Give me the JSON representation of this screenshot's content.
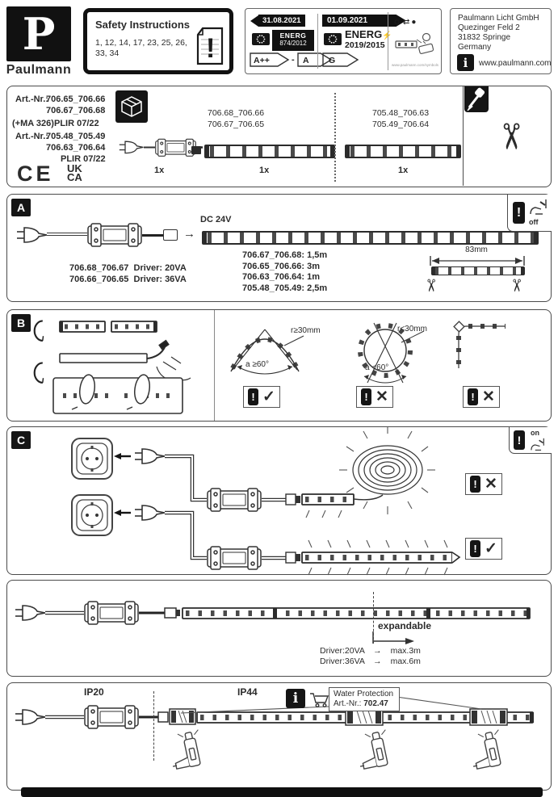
{
  "header": {
    "logo": {
      "letter": "P",
      "brand": "Paulmann"
    },
    "safety": {
      "title": "Safety Instructions",
      "numbers_line1": "1, 12, 14, 17, 23, 25, 26,",
      "numbers_line2": "33, 34"
    },
    "energy": {
      "old_date": "31.08.2021",
      "old_reg_name": "ENERG",
      "old_reg_num": "874/2012",
      "old_class_from": "A++",
      "range_dash": "-",
      "old_class_to": "A",
      "new_date": "01.09.2021",
      "new_reg_name": "ENERG",
      "new_reg_bolt": "⚡",
      "new_reg_num": "2019/2015",
      "new_class": "G",
      "symbols_url": "www.paulmann.com/symbols"
    },
    "address": {
      "line1": "Paulmann Licht GmbH",
      "line2": "Quezinger Feld 2",
      "line3": "31832 Springe",
      "line4": "Germany",
      "info": "i",
      "website": "www.paulmann.com"
    }
  },
  "parts": {
    "art_label": "Art.-Nr.:",
    "art1_line1": "706.65_706.66",
    "art1_line2": "706.67_706.68",
    "ma": "(+MA 326)",
    "plir": "PLIR 07/22",
    "art2_line1": "705.48_705.49",
    "art2_line2": "706.63_706.64",
    "ce": "CE",
    "ukca_top": "UK",
    "ukca_bottom": "CA",
    "qty": "1x",
    "strip1_line1": "706.68_706.66",
    "strip1_line2": "706.67_706.65",
    "strip2_line1": "705.48_706.63",
    "strip2_line2": "705.49_706.64"
  },
  "section_a": {
    "label": "A",
    "dc": "DC 24V",
    "driver1_id": "706.68_706.67",
    "driver1_val": "Driver: 20VA",
    "driver2_id": "706.66_706.65",
    "driver2_val": "Driver: 36VA",
    "lengths": [
      "706.67_706.68: 1,5m",
      "706.65_706.66: 3m",
      "706.63_706.64: 1m",
      "705.48_705.49: 2,5m"
    ],
    "dim": "83mm",
    "switch_state": "off"
  },
  "section_b": {
    "label": "B",
    "radius_ok": "r≥30mm",
    "angle_ok": "a ≥60°",
    "radius_bad": "r<30mm",
    "angle_bad": "a <60°"
  },
  "section_c": {
    "label": "C",
    "switch_state": "on"
  },
  "expand": {
    "label": "expandable",
    "row1_driver": "Driver:20VA",
    "row1_max": "max.3m",
    "row2_driver": "Driver:36VA",
    "row2_max": "max.6m"
  },
  "ip": {
    "ip20": "IP20",
    "ip44": "IP44",
    "info": "i",
    "water_title": "Water Protection",
    "water_art_label": "Art.-Nr.:",
    "water_art_value": "702.47"
  },
  "icons": {
    "bang": "!",
    "check": "✓",
    "cross": "✕",
    "arrow_right": "→",
    "scissors": "✂",
    "sun": "☼",
    "swap": "⇄",
    "dot": "●"
  }
}
